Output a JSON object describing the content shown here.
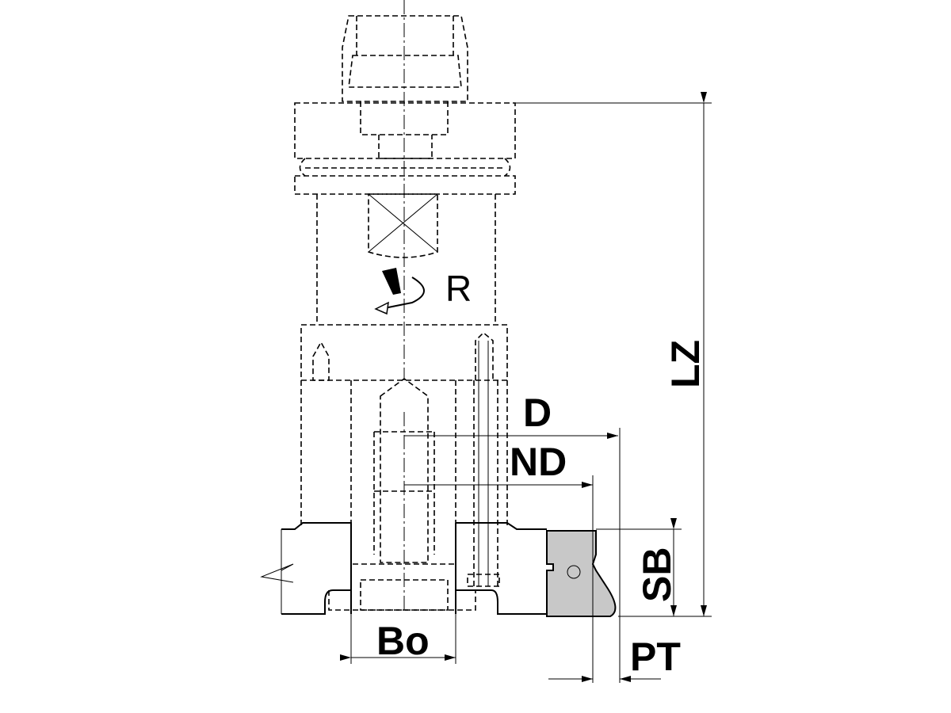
{
  "drawing": {
    "labels": {
      "diameter": "D",
      "nominal_diameter": "ND",
      "rotation": "R",
      "total_length": "LZ",
      "cutting_width": "SB",
      "projection": "PT",
      "bore": "Bo"
    },
    "colors": {
      "insert_fill": "#c8c8c8",
      "line": "#000000"
    }
  }
}
